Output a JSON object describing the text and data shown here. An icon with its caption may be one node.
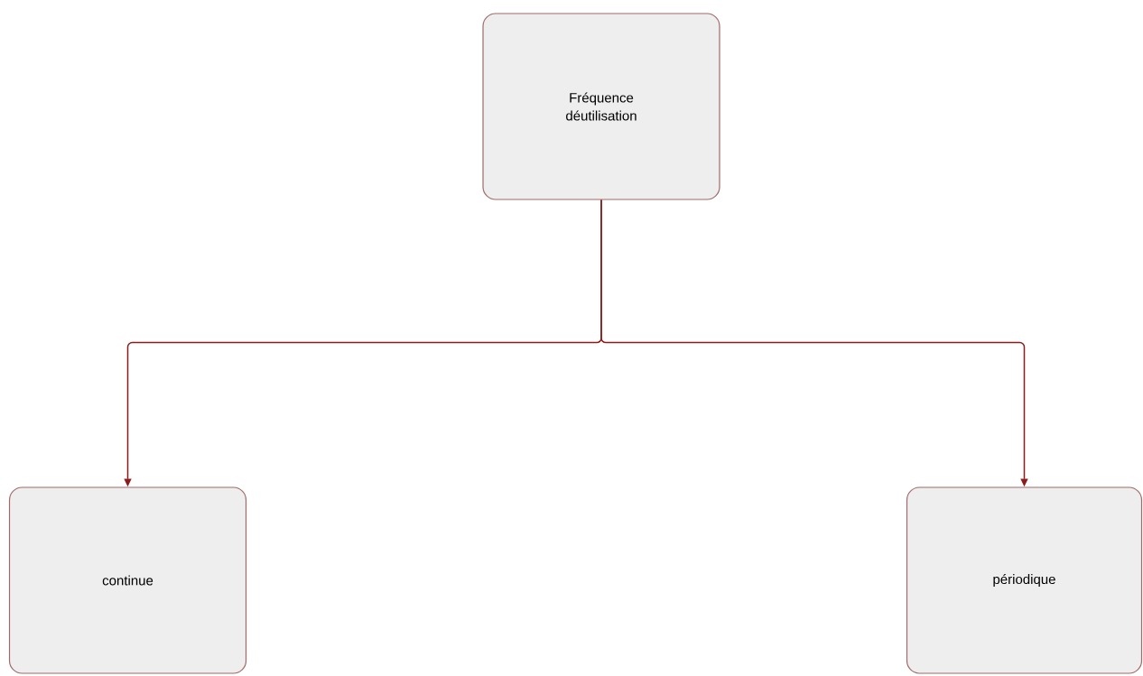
{
  "diagram": {
    "nodes": [
      {
        "text": [
          "Fréquence déutilisation"
        ]
      },
      {
        "text": [
          "continue"
        ]
      },
      {
        "text": [
          "périodique"
        ]
      }
    ],
    "edges": [
      {
        "from": 0,
        "to": 1,
        "arrow": "to"
      },
      {
        "from": 0,
        "to": 2,
        "arrow": "to"
      }
    ]
  }
}
